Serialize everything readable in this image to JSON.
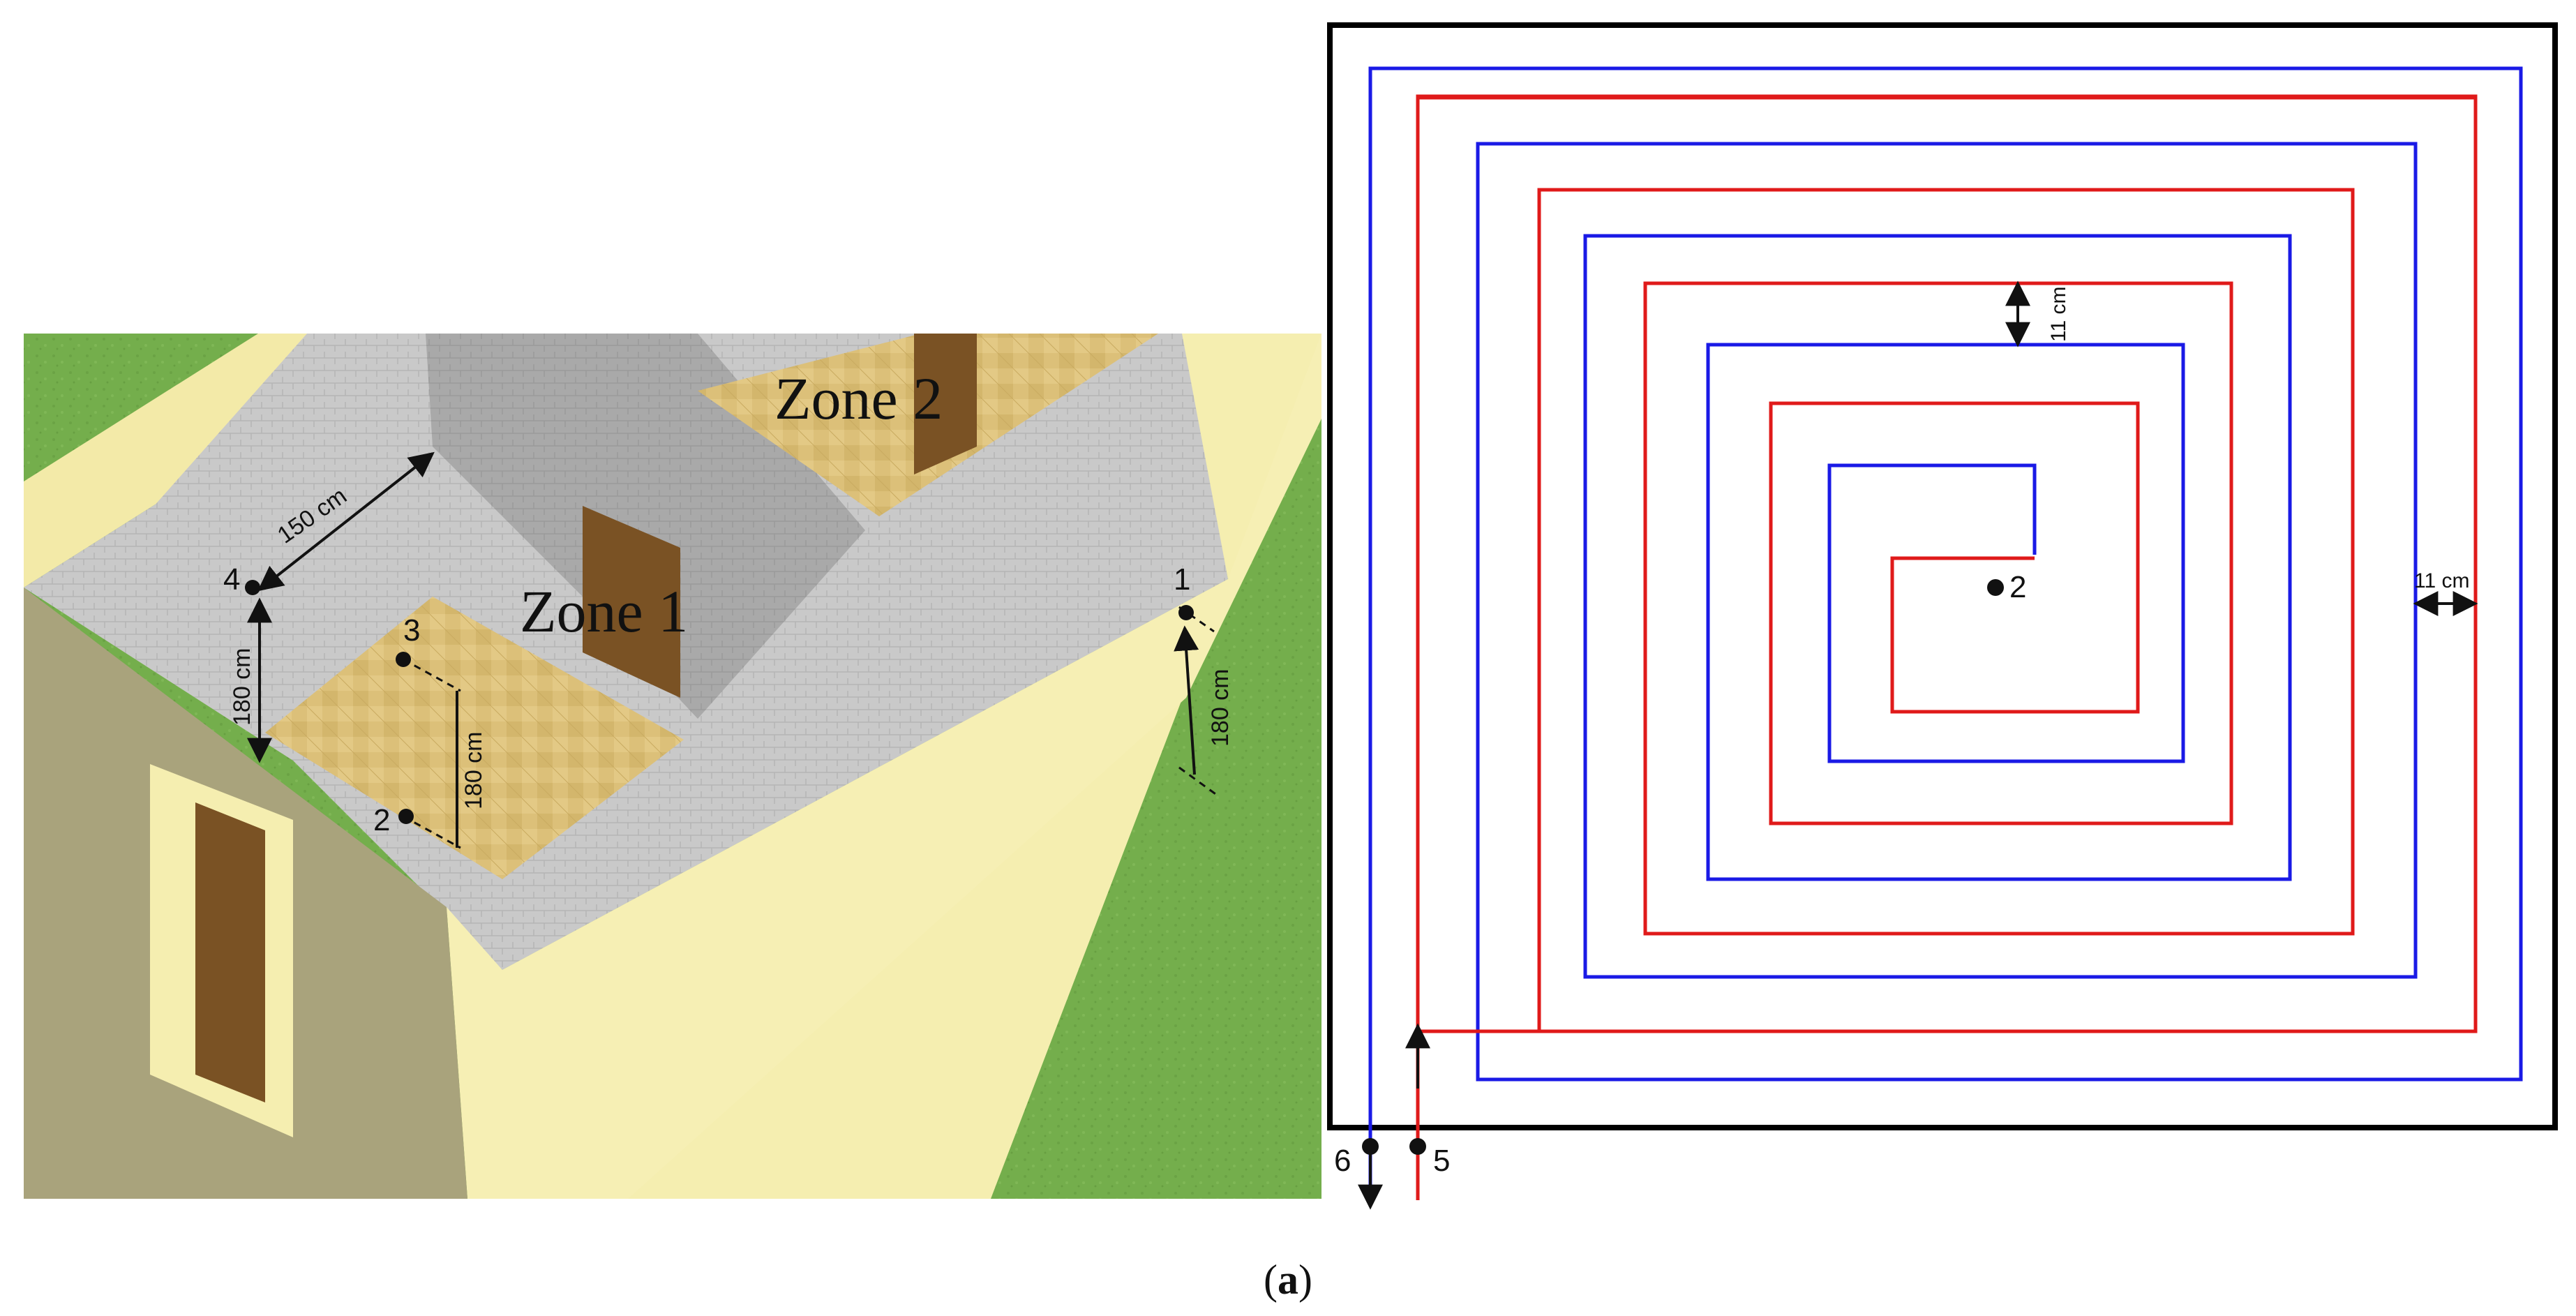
{
  "room": {
    "zone1": "Zone 1",
    "zone2": "Zone 2",
    "dim_150": "150 cm",
    "dim_180_a": "180 cm",
    "dim_180_b": "180 cm",
    "dim_180_c": "180 cm",
    "points": {
      "p1": "1",
      "p2": "2",
      "p3": "3",
      "p4": "4"
    }
  },
  "plan": {
    "dim_top": "11 cm",
    "dim_right": "11 cm",
    "points": {
      "p2": "2",
      "p5": "5",
      "p6": "6"
    }
  },
  "caption": {
    "open": "(",
    "letter": "a",
    "close": ")"
  },
  "colors": {
    "grass": "#74ae4c",
    "wall_outer": "#f5eeb0",
    "wall_top": "#c8c8c8",
    "floor": "#dcc079",
    "door": "#7a5224",
    "pipe_blue": "#1a1ae6",
    "pipe_red": "#e01a1a"
  }
}
